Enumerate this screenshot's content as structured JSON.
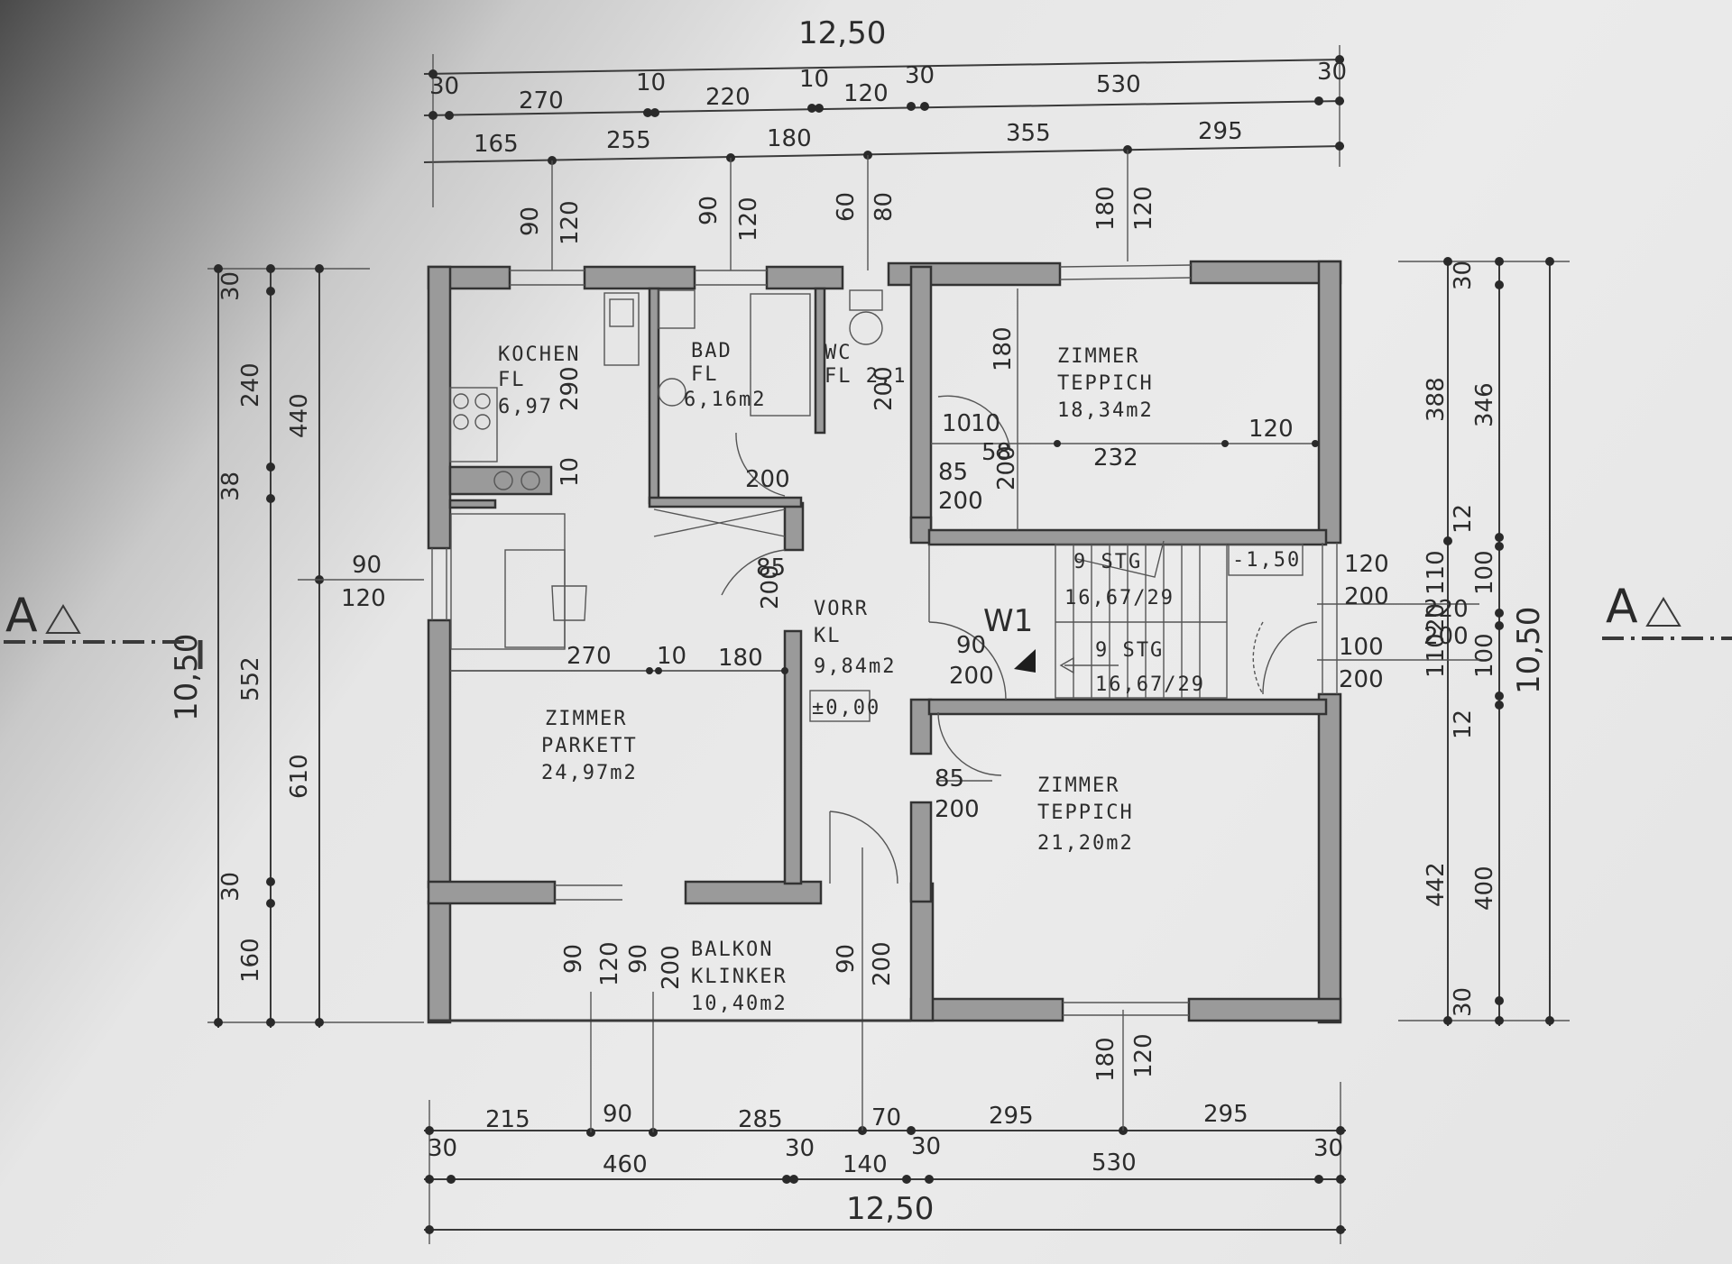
{
  "plan": {
    "total_width_top": "12,50",
    "total_width_bottom": "12,50",
    "total_height_left": "10,50",
    "total_height_right": "10,50",
    "section_marker": "A",
    "top_dims_row1": [
      "30",
      "270",
      "10",
      "220",
      "10",
      "120",
      "30",
      "530",
      "30"
    ],
    "top_dims_row2": [
      "165",
      "255",
      "180",
      "355",
      "295"
    ],
    "top_vertical_dims": [
      "90",
      "120",
      "90",
      "120",
      "60",
      "80",
      "180",
      "120"
    ],
    "left_dims_inner": [
      "30",
      "240",
      "38",
      "552",
      "30",
      "160"
    ],
    "left_dims_outer": [
      "440",
      "610"
    ],
    "left_opening": [
      "90",
      "120"
    ],
    "right_dims_inner": [
      "30",
      "346",
      "12",
      "110",
      "20",
      "110",
      "12",
      "400",
      "30"
    ],
    "right_dims_mid": [
      "100",
      "100"
    ],
    "right_dims_outer": [
      "388",
      "442"
    ],
    "right_opening": [
      "120",
      "200",
      "220",
      "200",
      "100",
      "200"
    ],
    "bottom_vertical_dims": [
      "90",
      "120",
      "90",
      "200",
      "90",
      "200",
      "180",
      "120"
    ],
    "bottom_dims_row1": [
      "215",
      "90",
      "285",
      "70",
      "295",
      "295"
    ],
    "bottom_dims_row2": [
      "30",
      "460",
      "30",
      "140",
      "30",
      "530",
      "30"
    ],
    "interior_dims": [
      "270",
      "10",
      "180",
      "180",
      "120",
      "232",
      "58",
      "10",
      "10",
      "290",
      "10",
      "200",
      "200",
      "85",
      "200",
      "90",
      "200",
      "85",
      "200",
      "85",
      "200",
      "200"
    ],
    "rooms": [
      {
        "name": "KOCHEN",
        "floor": "FL",
        "area": "6,97"
      },
      {
        "name": "BAD",
        "floor": "FL",
        "area": "6,16m2"
      },
      {
        "name": "WC",
        "floor": "FL 2,1"
      },
      {
        "name": "ZIMMER",
        "floor": "TEPPICH",
        "area": "18,34m2"
      },
      {
        "name": "VORR",
        "floor": "KL",
        "area": "9,84m2"
      },
      {
        "name": "ZIMMER",
        "floor": "PARKETT",
        "area": "24,97m2"
      },
      {
        "name": "ZIMMER",
        "floor": "TEPPICH",
        "area": "21,20m2"
      },
      {
        "name": "BALKON",
        "floor": "KLINKER",
        "area": "10,40m2"
      }
    ],
    "stairs": {
      "upper": "9 STG",
      "upper_ratio": "16,67/29",
      "lower": "9 STG",
      "lower_ratio": "16,67/29",
      "landing": "-1,50",
      "label": "W1"
    },
    "level_mark": "±0,00"
  }
}
